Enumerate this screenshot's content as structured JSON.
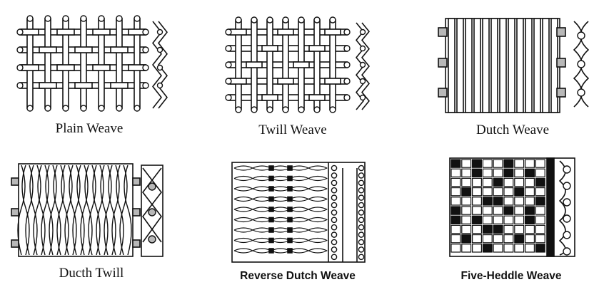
{
  "figures": [
    {
      "caption": "Plain Weave"
    },
    {
      "caption": "Twill Weave"
    },
    {
      "caption": "Dutch Weave"
    },
    {
      "caption": "Ducth Twill"
    },
    {
      "caption": "Reverse Dutch Weave"
    },
    {
      "caption": "Five-Heddle Weave"
    }
  ],
  "colors": {
    "ink": "#111111",
    "mesh_fill": "#ffffff",
    "background": "#ffffff",
    "grey_tab": "#b8b8b8"
  }
}
